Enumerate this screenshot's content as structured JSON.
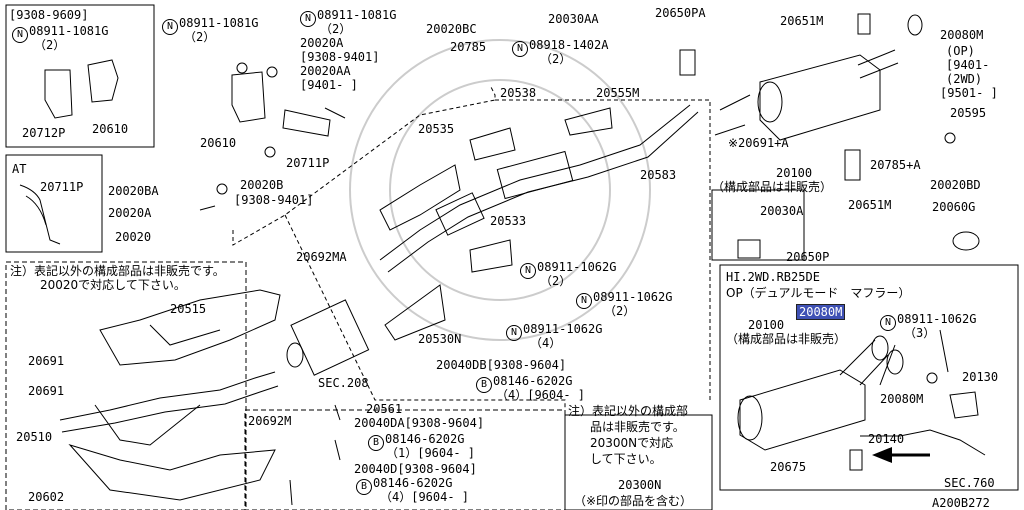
{
  "diagram_id": "A200B272",
  "highlighted_part": "20080M",
  "notes": {
    "left_box_note_l1": "注）表記以外の構成部品は非販売です。",
    "left_box_note_l2": "20020で対応して下さい。",
    "bottom_note_l1": "注）表記以外の構成部",
    "bottom_note_l2": "品は非販売です。",
    "bottom_note_l3": "20300Nで対応",
    "bottom_note_l4": "して下さい。",
    "muffler_not_sold_1": "（構成部品は非販売）",
    "muffler_not_sold_2": "（構成部品は非販売）",
    "includes_mark": "（※印の部品を含む）"
  },
  "inset_hi": {
    "title_l1": "HI.2WD.RB25DE",
    "title_l2": "OP（デュアルモード　マフラー）"
  },
  "labels": {
    "tl_range": "[9308-9609]",
    "tl_n1": "08911-1081G",
    "tl_n1_qty": "（2）",
    "p20712P": "20712P",
    "p20610a": "20610",
    "n08911_1081G_a": "08911-1081G",
    "qty2a": "（2）",
    "n08911_1081G_b": "08911-1081G",
    "qty2b": "（2）",
    "p20020A": "20020A",
    "r9308_9401": "[9308-9401]",
    "p20020AA": "20020AA",
    "r9401": "[9401-    ]",
    "p20610b": "20610",
    "p20711P": "20711P",
    "p20020B": "20020B",
    "r9308_9401b": "[9308-9401]",
    "p20020BC": "20020BC",
    "p20785": "20785",
    "p20030AA": "20030AA",
    "p20650PA": "20650PA",
    "n08918_1402A": "08918-1402A",
    "qty2c": "（2）",
    "p20651M_t": "20651M",
    "p20080M_t": "20080M",
    "op_t": "(OP)",
    "r9401_t": "[9401-",
    "wd2": "(2WD)",
    "r9501": "[9501-  ]",
    "p20595": "20595",
    "p20785A": "20785+A",
    "p20020BD": "20020BD",
    "p20060G": "20060G",
    "p20651M_m": "20651M",
    "p20691A": "※20691+A",
    "p20100": "20100",
    "p20030A": "20030A",
    "p20650P": "20650P",
    "p20583": "20583",
    "p20538": "20538",
    "p20555M": "20555M",
    "p20535": "20535",
    "at": "AT",
    "p20711P_at": "20711P",
    "p20020BA": "20020BA",
    "p20020A_m": "20020A",
    "p20020": "20020",
    "p20533": "20533",
    "n08911_1062G_a": "08911-1062G",
    "qty2d": "（2）",
    "n08911_1062G_b": "08911-1062G",
    "qty2e": "（2）",
    "n08911_1062G_c": "08911-1062G",
    "qty4a": "（4）",
    "p20692MA": "20692MA",
    "p20530N": "20530N",
    "p20515": "20515",
    "p20691_1": "20691",
    "p20691_2": "20691",
    "p20510": "20510",
    "p20602": "20602",
    "p20692M": "20692M",
    "sec208": "SEC.208",
    "p20561": "20561",
    "p20040DB": "20040DB[9308-9604]",
    "b08146_6202G_a": "08146-6202G",
    "qty4b": "（4）[9604-      ]",
    "p20040DA": "20040DA[9308-9604]",
    "b08146_6202G_b": "08146-6202G",
    "qty1": "（1）[9604-     ]",
    "p20040D": "20040D[9308-9604]",
    "b08146_6202G_c": "08146-6202G",
    "qty4c": "（4）[9604-     ]",
    "p20300N": "20300N",
    "hi_20100": "20100",
    "hi_20080M": "20080M",
    "hi_n08911": "08911-1062G",
    "hi_qty3": "（3）",
    "hi_20130": "20130",
    "hi_20080M_b": "20080M",
    "hi_20140": "20140",
    "hi_20675": "20675",
    "hi_sec760": "SEC.760"
  }
}
